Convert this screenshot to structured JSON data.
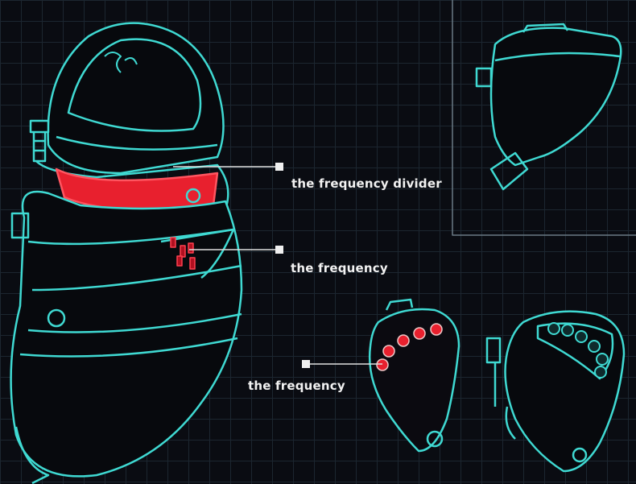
{
  "labels": {
    "divider": "the frequency divider",
    "middle": "the frequency",
    "bottom": "the frequency"
  },
  "colors": {
    "outline": "#3fd9d2",
    "highlight": "#e8202e",
    "background": "#0a0c12"
  }
}
